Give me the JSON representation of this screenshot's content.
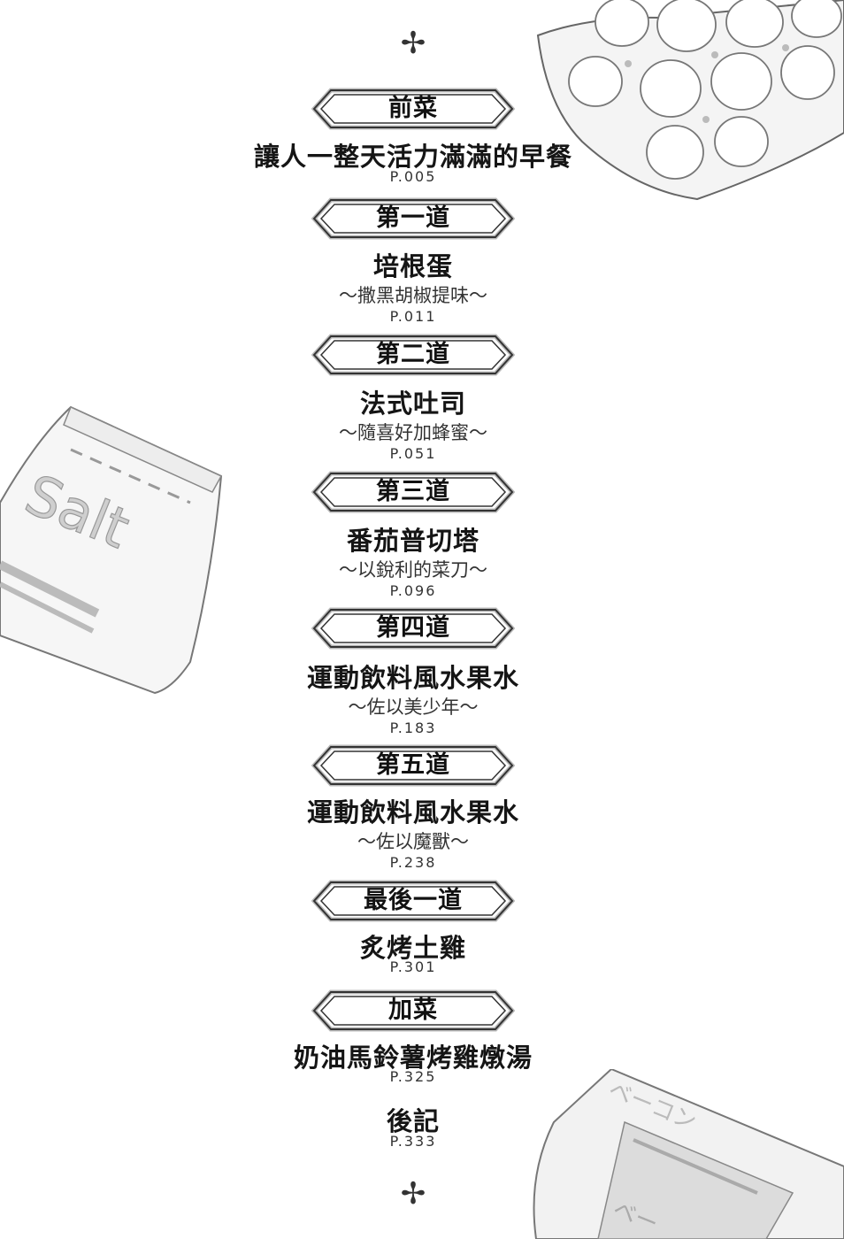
{
  "decorations": {
    "top_star": "✢",
    "bottom_star": "✢",
    "salt_label": "Salt",
    "bacon_label": "ベーコン",
    "bacon_label_2": "ベー"
  },
  "toc": {
    "sections": [
      {
        "banner": "前菜",
        "title": "讓人一整天活力滿滿的早餐",
        "subtitle": "",
        "page": "P.005"
      },
      {
        "banner": "第一道",
        "title": "培根蛋",
        "subtitle": "～撒黑胡椒提味～",
        "page": "P.011"
      },
      {
        "banner": "第二道",
        "title": "法式吐司",
        "subtitle": "～隨喜好加蜂蜜～",
        "page": "P.051"
      },
      {
        "banner": "第三道",
        "title": "番茄普切塔",
        "subtitle": "～以銳利的菜刀～",
        "page": "P.096"
      },
      {
        "banner": "第四道",
        "title": "運動飲料風水果水",
        "subtitle": "～佐以美少年～",
        "page": "P.183"
      },
      {
        "banner": "第五道",
        "title": "運動飲料風水果水",
        "subtitle": "～佐以魔獸～",
        "page": "P.238"
      },
      {
        "banner": "最後一道",
        "title": "炙烤土雞",
        "subtitle": "",
        "page": "P.301"
      },
      {
        "banner": "加菜",
        "title": "奶油馬鈴薯烤雞燉湯",
        "subtitle": "",
        "page": "P.325"
      }
    ],
    "afterword": {
      "title": "後記",
      "page": "P.333"
    }
  }
}
